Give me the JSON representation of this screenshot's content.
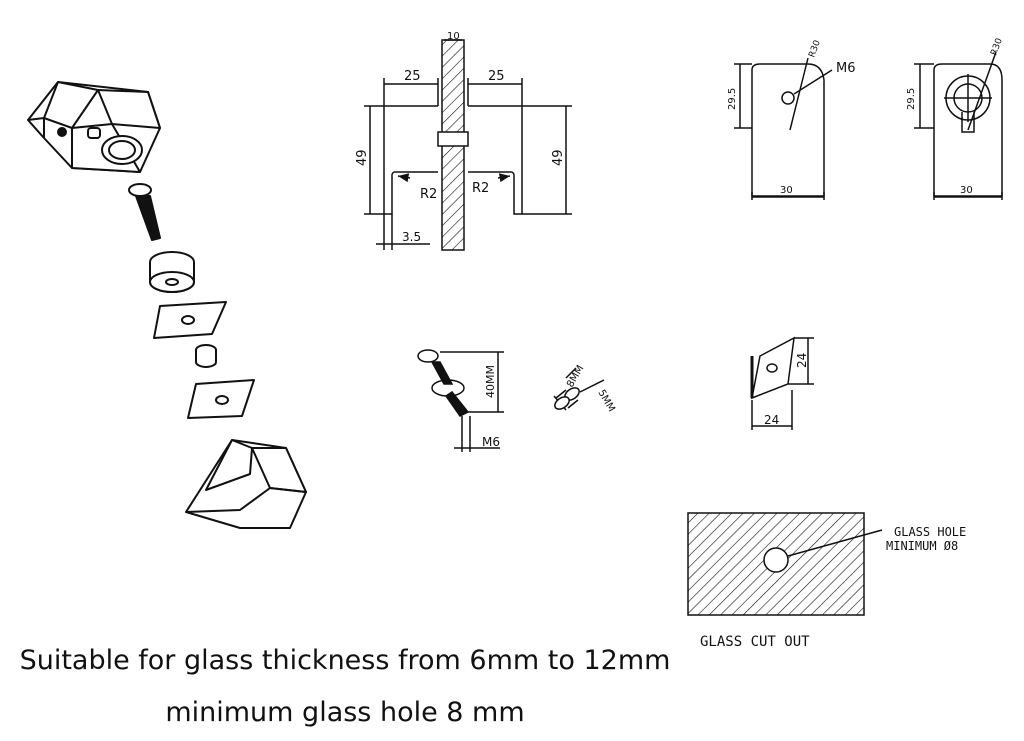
{
  "caption": {
    "line1": "Suitable for glass thickness from 6mm to 12mm",
    "line2": "minimum glass hole 8 mm"
  },
  "section_view": {
    "top_glass": "10",
    "left_arm": "25",
    "right_arm": "25",
    "left_height": "49",
    "right_height": "49",
    "left_radius": "R2",
    "right_radius": "R2",
    "bottom_thickness": "3.5"
  },
  "side_view_a": {
    "radius": "R30",
    "thread": "M6",
    "height": "29.5",
    "width": "30"
  },
  "side_view_b": {
    "radius": "R30",
    "height": "29.5",
    "width": "30"
  },
  "bolt_detail": {
    "length": "40MM",
    "thread": "M6"
  },
  "sleeve_detail": {
    "diameter": "8MM",
    "length": "5MM"
  },
  "gasket_detail": {
    "height": "24",
    "width": "24"
  },
  "glass_cutout": {
    "hole_label_line1": "GLASS HOLE",
    "hole_label_line2": "MINIMUM Ø8",
    "title": "GLASS CUT OUT"
  }
}
